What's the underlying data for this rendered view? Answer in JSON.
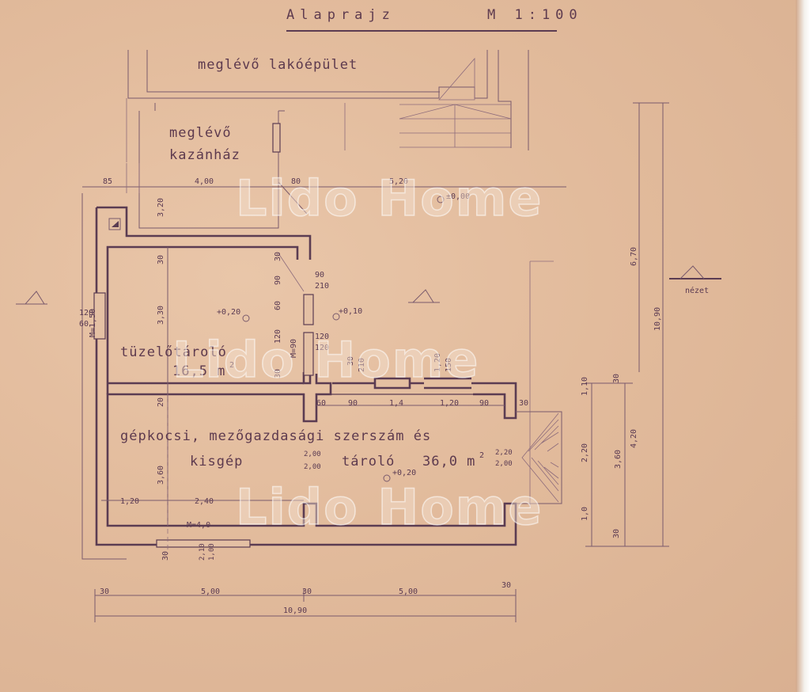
{
  "title": {
    "text": "Alaprajz",
    "scale": "M 1:100"
  },
  "rooms": {
    "existing_house": "meglévő lakóépület",
    "boiler_line1": "meglévő",
    "boiler_line2": "kazánház",
    "fuel_store": "tüzelőtároló",
    "fuel_area": "16,5 m",
    "garage_line1": "gépkocsi, mezőgazdasági szerszám és",
    "garage_kisgep": "kisgép",
    "garage_tarolo": "tároló",
    "garage_area": "36,0 m",
    "sup2": "2"
  },
  "levels": {
    "l1": "±0,00",
    "l2": "+0,20",
    "l3": "+0,10",
    "l4": "+0,20"
  },
  "north": "nézet",
  "watermark": "Lido Home",
  "dims": {
    "d85": "85",
    "d400": "4,00",
    "d80": "80",
    "d520": "5,20",
    "d320": "3,20",
    "d30a": "30",
    "d330": "3,30",
    "d120": "120",
    "d60": "60",
    "wM150": "M=1,50",
    "d30b": "30",
    "d30c": "30",
    "d60b": "60",
    "d120b": "120",
    "d120c": "120",
    "wM90": "M=90",
    "d90": "90",
    "d210": "210",
    "d30e": "30",
    "d90s": "90",
    "d210s": "210",
    "d120t": "1,20",
    "d150": "150",
    "d30f": "30",
    "d20": "20",
    "d360": "3,60",
    "d60c": "60",
    "d90b": "90",
    "d14": "1,4",
    "d120d": "1,20",
    "d90c": "90",
    "d30g": "30",
    "d200a": "2,00",
    "d200b": "2,00",
    "d220": "2,20",
    "d200c": "2,00",
    "d120e": "1,20",
    "d240": "2,40",
    "wM40": "M=4,0",
    "d30h": "30",
    "d210b": "2,10",
    "d100": "1,00",
    "r110": "1,10",
    "r220": "2,20",
    "r10": "1,0",
    "r360": "3,60",
    "r420": "4,20",
    "r30a": "30",
    "r30b": "30",
    "r670": "6,70",
    "r1090": "10,90",
    "b30a": "30",
    "b500a": "5,00",
    "b30b": "30",
    "b500b": "5,00",
    "b30c": "30",
    "b1090": "10,90"
  }
}
